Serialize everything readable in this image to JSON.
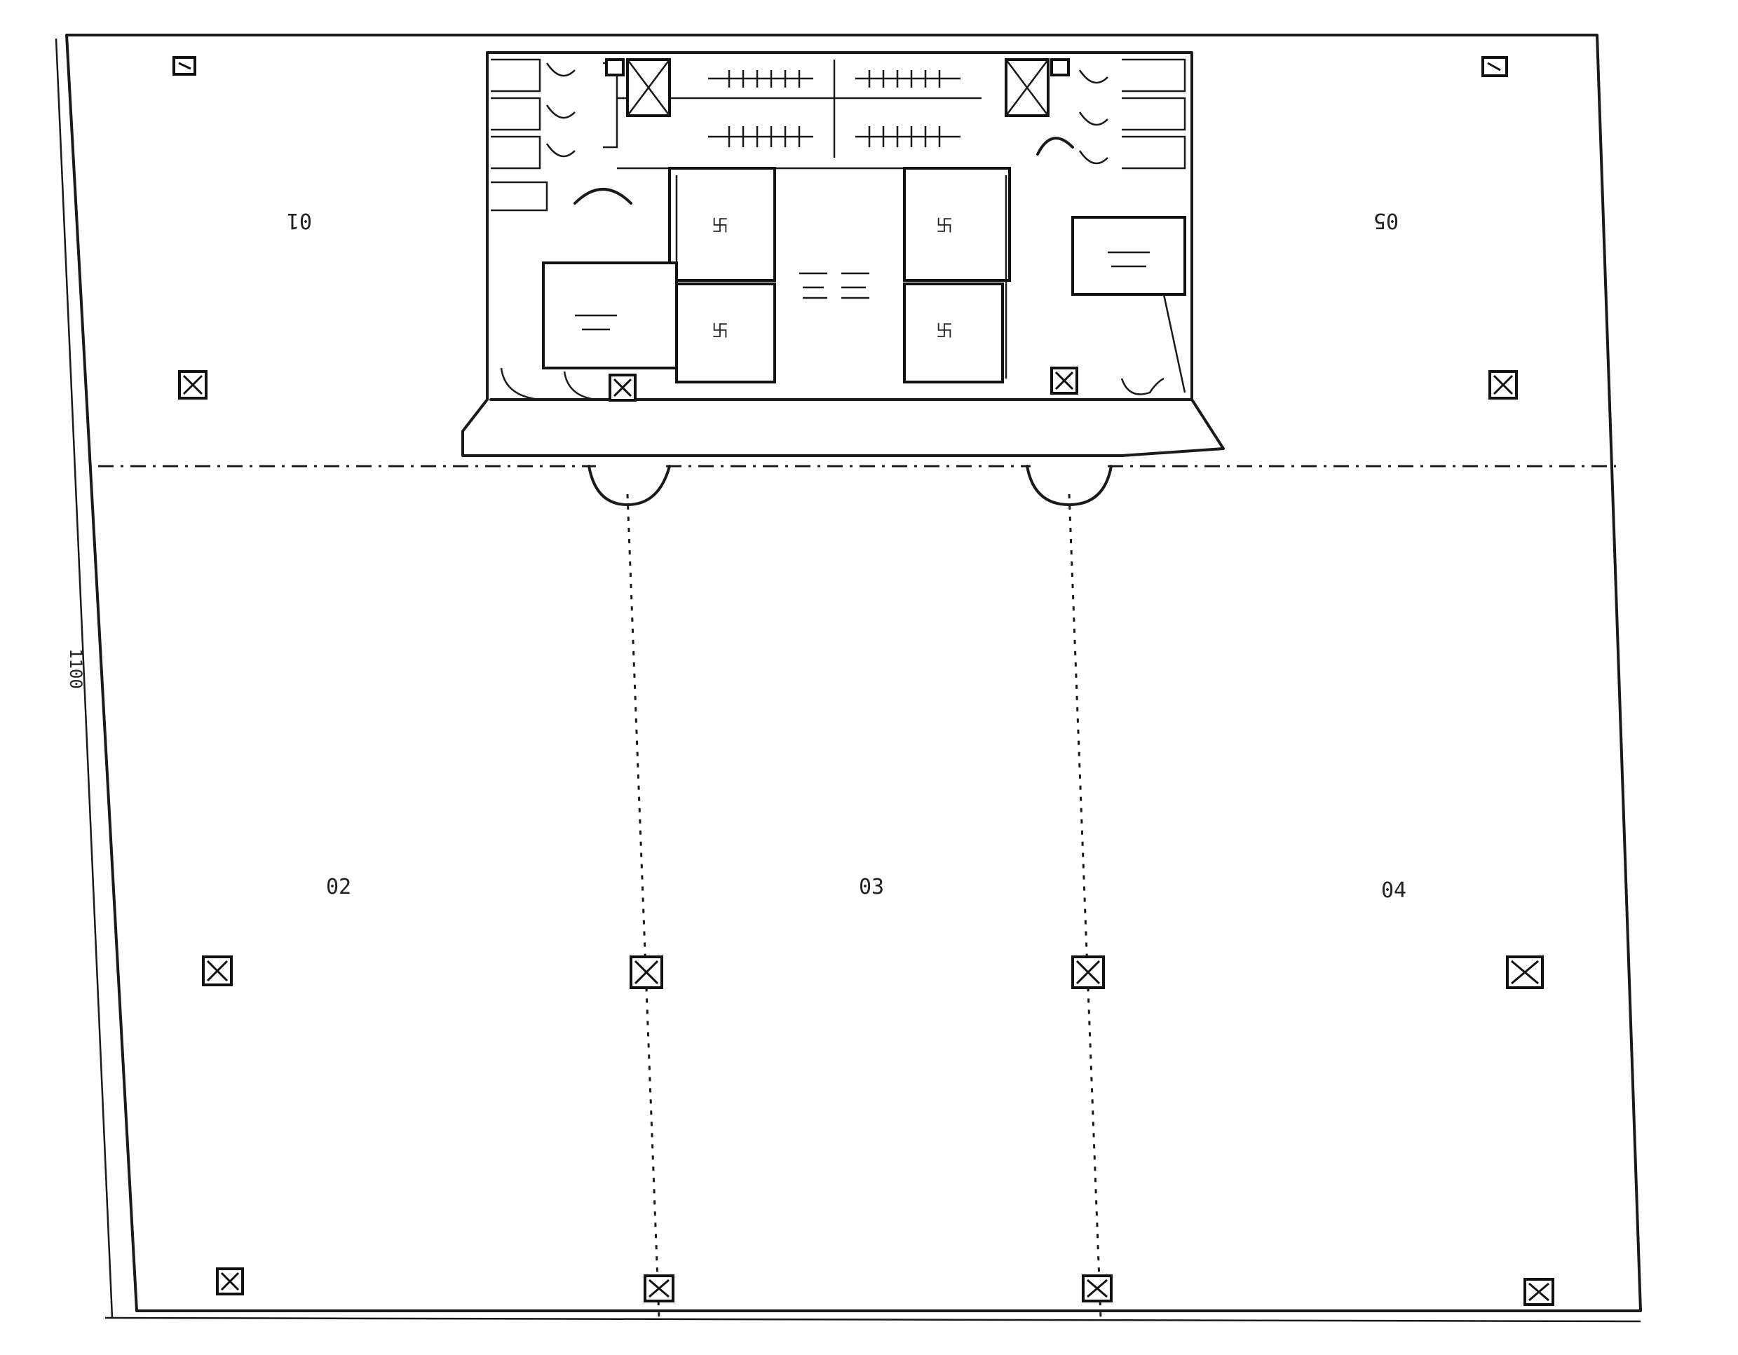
{
  "diagram": {
    "units": [
      {
        "id": "u01",
        "label": "01",
        "mirrored": true
      },
      {
        "id": "u05",
        "label": "05",
        "mirrored": true
      },
      {
        "id": "u02",
        "label": "02",
        "mirrored": false
      },
      {
        "id": "u03",
        "label": "03",
        "mirrored": false
      },
      {
        "id": "u04",
        "label": "04",
        "mirrored": false
      }
    ],
    "side_note": "1100"
  },
  "colors": {
    "ink": "#1a1a1a",
    "paper": "#ffffff"
  }
}
